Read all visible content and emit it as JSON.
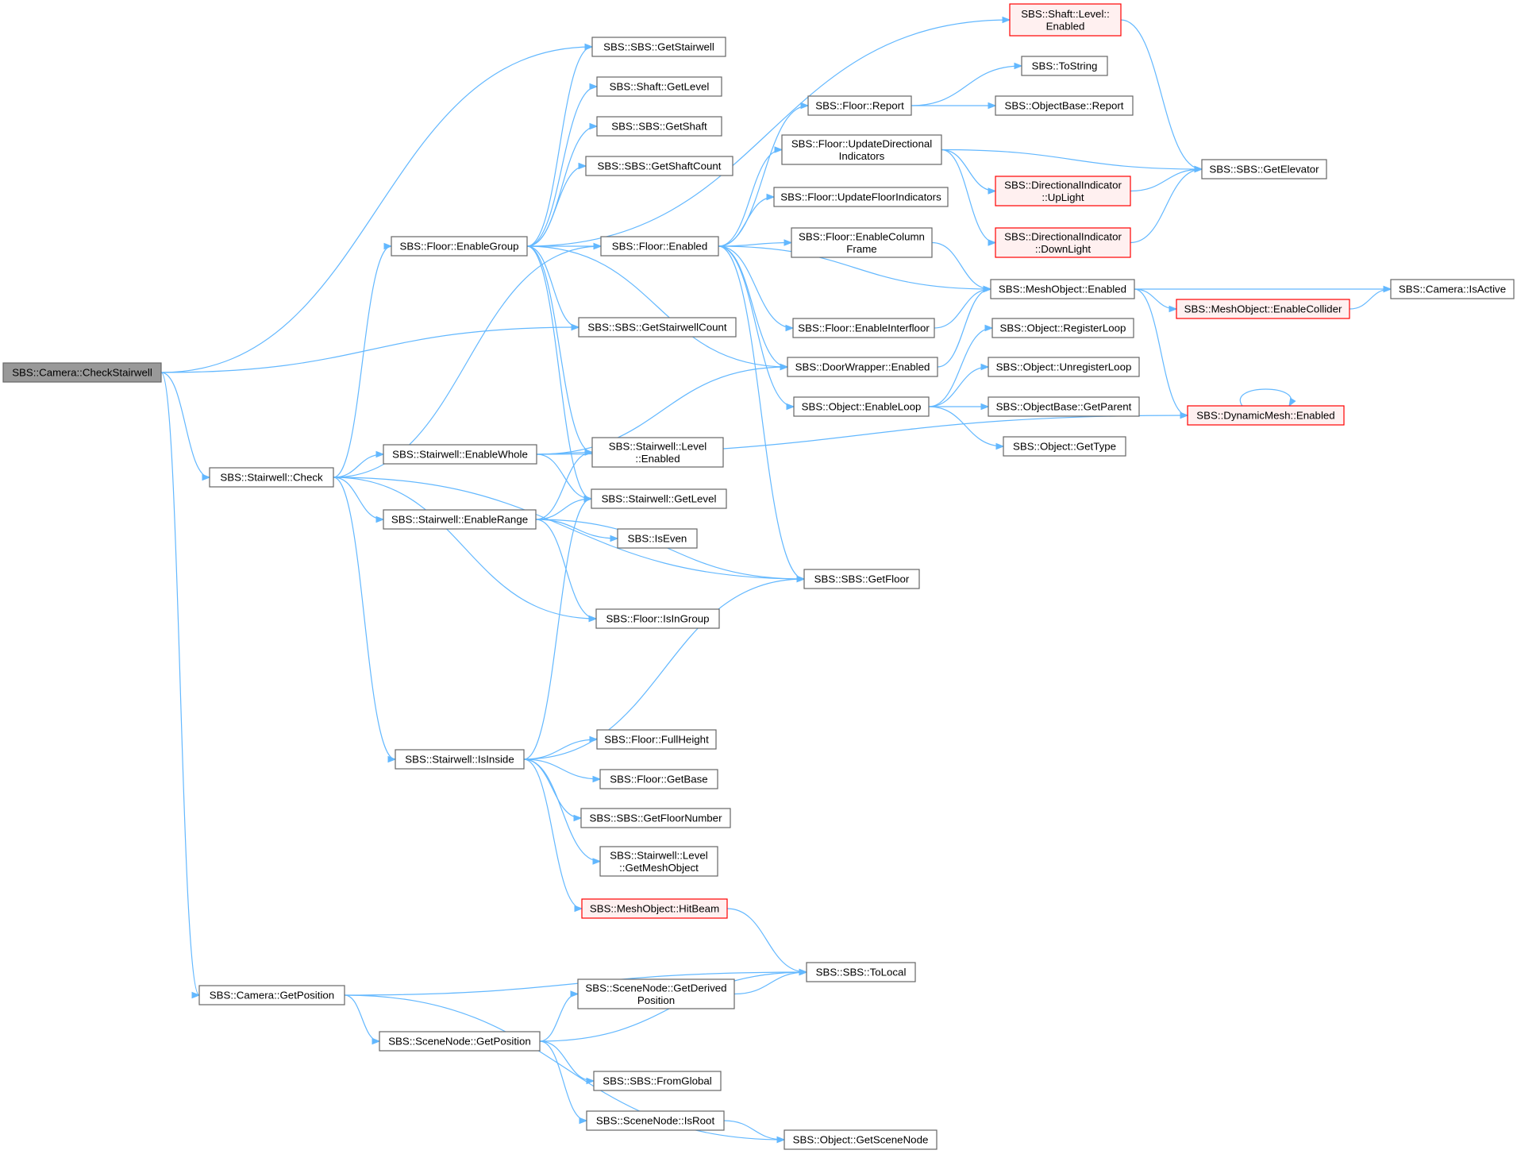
{
  "nodes": [
    {
      "id": "n0",
      "lines": [
        "SBS::Camera::CheckStairwell"
      ],
      "style": "root"
    },
    {
      "id": "n1",
      "lines": [
        "SBS::SBS::GetStairwell"
      ]
    },
    {
      "id": "n2",
      "lines": [
        "SBS::Shaft::GetLevel"
      ]
    },
    {
      "id": "n3",
      "lines": [
        "SBS::SBS::GetShaft"
      ]
    },
    {
      "id": "n4",
      "lines": [
        "SBS::SBS::GetShaftCount"
      ]
    },
    {
      "id": "n5",
      "lines": [
        "SBS::Floor::EnableGroup"
      ]
    },
    {
      "id": "n6",
      "lines": [
        "SBS::Floor::Enabled"
      ]
    },
    {
      "id": "n7",
      "lines": [
        "SBS::SBS::GetStairwellCount"
      ]
    },
    {
      "id": "n8",
      "lines": [
        "SBS::Stairwell::Check"
      ]
    },
    {
      "id": "n9",
      "lines": [
        "SBS::Stairwell::EnableWhole"
      ]
    },
    {
      "id": "n10",
      "lines": [
        "SBS::Stairwell::Level",
        "::Enabled"
      ]
    },
    {
      "id": "n11",
      "lines": [
        "SBS::Stairwell::GetLevel"
      ]
    },
    {
      "id": "n12",
      "lines": [
        "SBS::Stairwell::EnableRange"
      ]
    },
    {
      "id": "n13",
      "lines": [
        "SBS::IsEven"
      ]
    },
    {
      "id": "n14",
      "lines": [
        "SBS::Floor::IsInGroup"
      ]
    },
    {
      "id": "n15",
      "lines": [
        "SBS::SBS::GetFloor"
      ]
    },
    {
      "id": "n16",
      "lines": [
        "SBS::Stairwell::IsInside"
      ]
    },
    {
      "id": "n17",
      "lines": [
        "SBS::Floor::FullHeight"
      ]
    },
    {
      "id": "n18",
      "lines": [
        "SBS::Floor::GetBase"
      ]
    },
    {
      "id": "n19",
      "lines": [
        "SBS::SBS::GetFloorNumber"
      ]
    },
    {
      "id": "n20",
      "lines": [
        "SBS::Stairwell::Level",
        "::GetMeshObject"
      ]
    },
    {
      "id": "n21",
      "lines": [
        "SBS::MeshObject::HitBeam"
      ],
      "style": "hot"
    },
    {
      "id": "n22",
      "lines": [
        "SBS::SBS::ToLocal"
      ]
    },
    {
      "id": "n23",
      "lines": [
        "SBS::Camera::GetPosition"
      ]
    },
    {
      "id": "n24",
      "lines": [
        "SBS::SceneNode::GetDerived",
        "Position"
      ]
    },
    {
      "id": "n25",
      "lines": [
        "SBS::SceneNode::GetPosition"
      ]
    },
    {
      "id": "n26",
      "lines": [
        "SBS::SBS::FromGlobal"
      ]
    },
    {
      "id": "n27",
      "lines": [
        "SBS::SceneNode::IsRoot"
      ]
    },
    {
      "id": "n28",
      "lines": [
        "SBS::Object::GetSceneNode"
      ]
    },
    {
      "id": "n29",
      "lines": [
        "SBS::Shaft::Level::",
        "Enabled"
      ],
      "style": "hot"
    },
    {
      "id": "n30",
      "lines": [
        "SBS::Floor::Report"
      ]
    },
    {
      "id": "n31",
      "lines": [
        "SBS::ToString"
      ]
    },
    {
      "id": "n32",
      "lines": [
        "SBS::ObjectBase::Report"
      ]
    },
    {
      "id": "n33",
      "lines": [
        "SBS::Floor::UpdateDirectional",
        "Indicators"
      ]
    },
    {
      "id": "n34",
      "lines": [
        "SBS::SBS::GetElevator"
      ]
    },
    {
      "id": "n35",
      "lines": [
        "SBS::DirectionalIndicator",
        "::UpLight"
      ],
      "style": "hot"
    },
    {
      "id": "n36",
      "lines": [
        "SBS::Floor::UpdateFloorIndicators"
      ]
    },
    {
      "id": "n37",
      "lines": [
        "SBS::DirectionalIndicator",
        "::DownLight"
      ],
      "style": "hot"
    },
    {
      "id": "n38",
      "lines": [
        "SBS::Floor::EnableColumn",
        "Frame"
      ]
    },
    {
      "id": "n39",
      "lines": [
        "SBS::MeshObject::Enabled"
      ]
    },
    {
      "id": "n40",
      "lines": [
        "SBS::Camera::IsActive"
      ]
    },
    {
      "id": "n41",
      "lines": [
        "SBS::MeshObject::EnableCollider"
      ],
      "style": "hot"
    },
    {
      "id": "n42",
      "lines": [
        "SBS::Floor::EnableInterfloor"
      ]
    },
    {
      "id": "n43",
      "lines": [
        "SBS::Object::RegisterLoop"
      ]
    },
    {
      "id": "n44",
      "lines": [
        "SBS::DoorWrapper::Enabled"
      ]
    },
    {
      "id": "n45",
      "lines": [
        "SBS::Object::UnregisterLoop"
      ]
    },
    {
      "id": "n46",
      "lines": [
        "SBS::Object::EnableLoop"
      ]
    },
    {
      "id": "n47",
      "lines": [
        "SBS::ObjectBase::GetParent"
      ]
    },
    {
      "id": "n48",
      "lines": [
        "SBS::DynamicMesh::Enabled"
      ],
      "style": "hot"
    },
    {
      "id": "n49",
      "lines": [
        "SBS::Object::GetType"
      ]
    }
  ],
  "edges": [
    [
      "n0",
      "n1"
    ],
    [
      "n0",
      "n7"
    ],
    [
      "n0",
      "n8"
    ],
    [
      "n0",
      "n23"
    ],
    [
      "n5",
      "n1"
    ],
    [
      "n5",
      "n2"
    ],
    [
      "n5",
      "n3"
    ],
    [
      "n5",
      "n4"
    ],
    [
      "n5",
      "n6"
    ],
    [
      "n5",
      "n7"
    ],
    [
      "n5",
      "n10"
    ],
    [
      "n5",
      "n11"
    ],
    [
      "n5",
      "n29"
    ],
    [
      "n5",
      "n44"
    ],
    [
      "n8",
      "n5"
    ],
    [
      "n8",
      "n6"
    ],
    [
      "n8",
      "n9"
    ],
    [
      "n8",
      "n12"
    ],
    [
      "n8",
      "n14"
    ],
    [
      "n8",
      "n15"
    ],
    [
      "n8",
      "n16"
    ],
    [
      "n9",
      "n10"
    ],
    [
      "n9",
      "n11"
    ],
    [
      "n9",
      "n44"
    ],
    [
      "n9",
      "n48"
    ],
    [
      "n12",
      "n10"
    ],
    [
      "n12",
      "n11"
    ],
    [
      "n12",
      "n13"
    ],
    [
      "n12",
      "n14"
    ],
    [
      "n12",
      "n15"
    ],
    [
      "n16",
      "n11"
    ],
    [
      "n16",
      "n15"
    ],
    [
      "n16",
      "n17"
    ],
    [
      "n16",
      "n18"
    ],
    [
      "n16",
      "n19"
    ],
    [
      "n16",
      "n20"
    ],
    [
      "n16",
      "n21"
    ],
    [
      "n21",
      "n22"
    ],
    [
      "n23",
      "n22"
    ],
    [
      "n23",
      "n25"
    ],
    [
      "n23",
      "n28"
    ],
    [
      "n25",
      "n24"
    ],
    [
      "n25",
      "n22"
    ],
    [
      "n25",
      "n26"
    ],
    [
      "n25",
      "n27"
    ],
    [
      "n24",
      "n22"
    ],
    [
      "n27",
      "n28"
    ],
    [
      "n6",
      "n30"
    ],
    [
      "n6",
      "n33"
    ],
    [
      "n6",
      "n36"
    ],
    [
      "n6",
      "n38"
    ],
    [
      "n6",
      "n39"
    ],
    [
      "n6",
      "n42"
    ],
    [
      "n6",
      "n44"
    ],
    [
      "n6",
      "n46"
    ],
    [
      "n6",
      "n15"
    ],
    [
      "n30",
      "n31"
    ],
    [
      "n30",
      "n32"
    ],
    [
      "n33",
      "n34"
    ],
    [
      "n33",
      "n35"
    ],
    [
      "n33",
      "n37"
    ],
    [
      "n35",
      "n34"
    ],
    [
      "n37",
      "n34"
    ],
    [
      "n29",
      "n34"
    ],
    [
      "n38",
      "n39"
    ],
    [
      "n42",
      "n39"
    ],
    [
      "n44",
      "n39"
    ],
    [
      "n39",
      "n40"
    ],
    [
      "n39",
      "n41"
    ],
    [
      "n39",
      "n48"
    ],
    [
      "n41",
      "n40"
    ],
    [
      "n46",
      "n43"
    ],
    [
      "n46",
      "n45"
    ],
    [
      "n46",
      "n47"
    ],
    [
      "n46",
      "n49"
    ],
    [
      "n48",
      "n48"
    ]
  ]
}
